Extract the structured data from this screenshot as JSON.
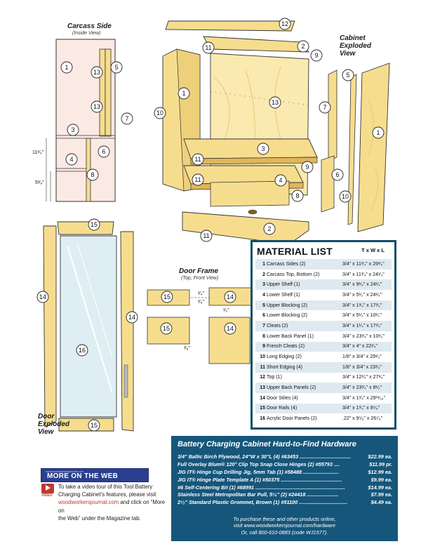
{
  "diagrams": {
    "carcass_side": {
      "title": "Carcass Side",
      "subtitle": "(Inside View)",
      "dim_upper": "11¹⁄₄\"",
      "dim_lower": "5³⁄₈\""
    },
    "cabinet": {
      "title_line1": "Cabinet",
      "title_line2": "Exploded",
      "title_line3": "View"
    },
    "door_frame": {
      "title": "Door Frame",
      "subtitle": "(Top, Front View)",
      "dim_a": "¹⁄₄\"",
      "dim_b": "³⁄₈\"",
      "dim_c": "³⁄₈\"",
      "dim_d": "¹⁄₂\""
    },
    "door": {
      "title_line1": "Door",
      "title_line2": "Exploded",
      "title_line3": "View"
    },
    "callouts": {
      "c1": "1",
      "c2": "2",
      "c3": "3",
      "c4": "4",
      "c5": "5",
      "c6": "6",
      "c7": "7",
      "c8": "8",
      "c9": "9",
      "c10": "10",
      "c11": "11",
      "c12": "12",
      "c13": "13",
      "c14": "14",
      "c15": "15",
      "c16": "16"
    }
  },
  "material_list": {
    "title": "MATERIAL LIST",
    "columns": "T x W x L",
    "items": [
      {
        "num": "1",
        "name": "Carcass Sides (2)",
        "size": "3/4\" x 11³⁄₄\" x 29³⁄₄\""
      },
      {
        "num": "2",
        "name": "Carcass Top, Bottom (2)",
        "size": "3/4\" x 11³⁄₄\" x 24¹⁄₄\""
      },
      {
        "num": "3",
        "name": "Upper Shelf (1)",
        "size": "3/4\" x 9¹⁄₄\" x 24¹⁄₄\""
      },
      {
        "num": "4",
        "name": "Lower Shelf (1)",
        "size": "3/4\" x 5¹⁄₂\" x 24¹⁄₄\""
      },
      {
        "num": "5",
        "name": "Upper Blocking (2)",
        "size": "3/4\" x 1³⁄₄\" x 17³⁄₄\""
      },
      {
        "num": "6",
        "name": "Lower Blocking (2)",
        "size": "3/4\" x 5¹⁄₂\" x 10¹⁄₂\""
      },
      {
        "num": "7",
        "name": "Cleats (2)",
        "size": "3/4\" x 1¹⁄₄\" x 17³⁄₄\""
      },
      {
        "num": "8",
        "name": "Lower Back Panel (1)",
        "size": "3/4\" x 23³⁄₄\" x 10¹⁄₂\""
      },
      {
        "num": "9",
        "name": "French Cleats (2)",
        "size": "3/4\" x 4\" x 22¹⁄₄\""
      },
      {
        "num": "10",
        "name": "Long Edging (2)",
        "size": "1/8\" x 3/4\" x 29¹⁄₂\""
      },
      {
        "num": "11",
        "name": "Short Edging (4)",
        "size": "1/8\" x 3/4\" x 23³⁄₄\""
      },
      {
        "num": "12",
        "name": "Top (1)",
        "size": "3/4\" x 12³⁄₄\" x 27¹⁄₄\""
      },
      {
        "num": "13",
        "name": "Upper Back Panels (2)",
        "size": "3/4\" x 23³⁄₄\" x 8¹⁄₂\""
      },
      {
        "num": "14",
        "name": "Door Stiles (4)",
        "size": "3/4\" x 1³⁄₄\" x 29¹¹⁄₁₆\""
      },
      {
        "num": "15",
        "name": "Door Rails (4)",
        "size": "3/4\" x 1³⁄₄\" x 9⁵⁄₈\""
      },
      {
        "num": "16",
        "name": "Acrylic Door Panels (2)",
        "size": ".22\" x 9⁵⁄₈\" x 26⁷⁄₈\""
      }
    ]
  },
  "hardware": {
    "title": "Battery Charging Cabinet Hard-to-Find Hardware",
    "items": [
      {
        "desc": "3/4\" Baltic Birch Plywood, 24\"W x 30\"L (4) #63453 ....................................",
        "price": "$22.99 ea."
      },
      {
        "desc": "Full Overlay Blum® 120° Clip Top Snap Close Hinges (2) #55793 ....",
        "price": "$11.99 pr."
      },
      {
        "desc": "JIG IT® Hinge Cup Drilling Jig, 5mm Tab (1) #58488 .........................",
        "price": "$12.99 ea."
      },
      {
        "desc": "JIG IT® Hinge Plate Template A (1) #50375 ...........................................",
        "price": "$9.99 ea."
      },
      {
        "desc": "#6 Self-Centering Bit (1) #68991 ...............................................................",
        "price": "$14.99 ea."
      },
      {
        "desc": "Stainless Steel Metropolitan Bar Pull, 5¹⁄₄\" (2) #24418 ......................",
        "price": "$7.99 ea."
      },
      {
        "desc": "2¹⁄₂\" Standard Plastic Grommet, Brown (1) #51100 ..................................",
        "price": "$4.49 ea."
      }
    ],
    "footer_line1": "To purchase these and other products online,",
    "footer_line2": "visit www.woodworkersjournal.com/hardware",
    "footer_line3": "Or, call 800-610-0883 (code WJ1577)."
  },
  "web": {
    "logo_small": "www.woodworkersjournal.com",
    "logo_big": "MORE ON THE WEB",
    "video_label": "VIDEO",
    "text_line1": "To take a video tour of this Tool Battery",
    "text_line2": "Charging Cabinet’s features, please visit",
    "link_text": "woodworkersjournal.com",
    "text_line3_rest": " and click on “More on",
    "text_line4": "the Web” under the Magazine tab."
  },
  "colors": {
    "wood": "#f6dd8e",
    "wood_dark": "#e0b65a",
    "wood_panel": "#fbeab0",
    "blue": "#16567a",
    "outline": "#2a2a2a"
  }
}
